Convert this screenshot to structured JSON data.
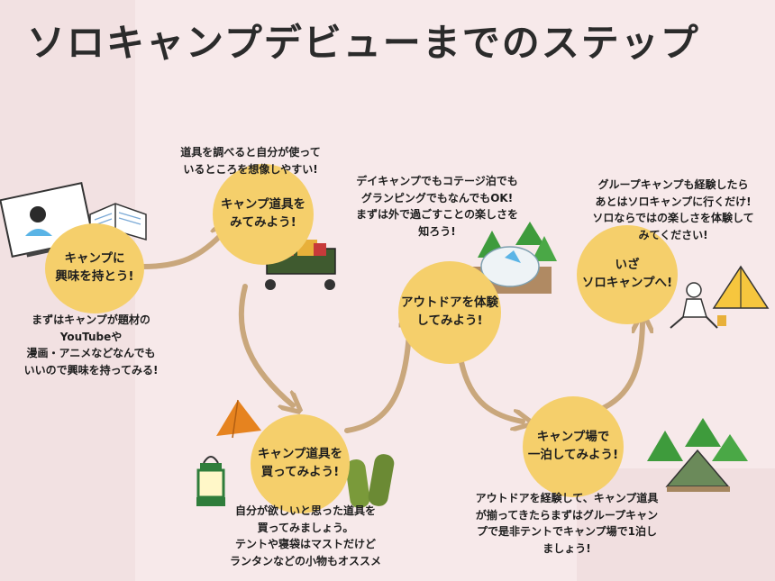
{
  "title": "ソロキャンプデビューまでのステップ",
  "steps": [
    {
      "label": "キャンプに\n興味を持とう!",
      "note": "まずはキャンプが題材の\nYouTubeや\n漫画・アニメなどなんでも\nいいので興味を持ってみる!"
    },
    {
      "label": "キャンプ道具を\nみてみよう!",
      "note": "道具を調べると自分が使って\nいるところを想像しやすい!"
    },
    {
      "label": "キャンプ道具を\n買ってみよう!",
      "note": "自分が欲しいと思った道具を\n買ってみましょう。\nテントや寝袋はマストだけど\nランタンなどの小物もオススメ"
    },
    {
      "label": "アウトドアを体験\nしてみよう!",
      "note": "デイキャンプでもコテージ泊でも\nグランピングでもなんでもOK!\nまずは外で過ごすことの楽しさを\n知ろう!"
    },
    {
      "label": "キャンプ場で\n一泊してみよう!",
      "note": "アウトドアを経験して、キャンプ道具\nが揃ってきたらまずはグループキャン\nプで是非テントでキャンプ場で1泊し\nましょう!"
    },
    {
      "label": "いざ\nソロキャンプへ!",
      "note": "グループキャンプも経験したら\nあとはソロキャンプに行くだけ!\nソロならではの楽しさを体験して\nみてください!"
    }
  ],
  "colors": {
    "background": "#f7e9ea",
    "circle": "#f5cf6b",
    "arrow": "#c9a77c"
  }
}
